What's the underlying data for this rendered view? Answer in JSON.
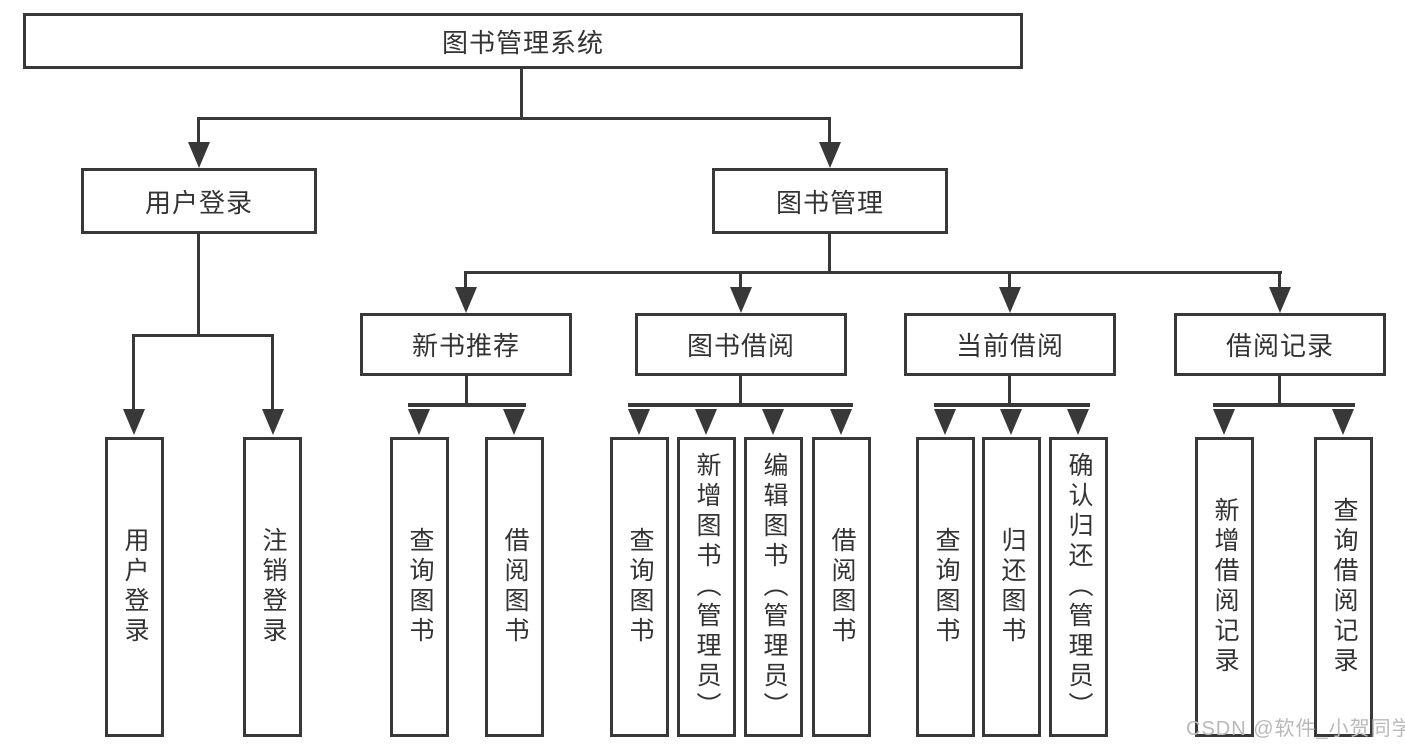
{
  "diagram_type": "hierarchy-flowchart",
  "nodes": {
    "root": {
      "label": "图书管理系统"
    },
    "level2": [
      {
        "label": "用户登录"
      },
      {
        "label": "图书管理"
      }
    ],
    "level3": [
      {
        "label": "新书推荐",
        "parent": "图书管理"
      },
      {
        "label": "图书借阅",
        "parent": "图书管理"
      },
      {
        "label": "当前借阅",
        "parent": "图书管理"
      },
      {
        "label": "借阅记录",
        "parent": "图书管理"
      }
    ],
    "leaves": [
      {
        "label": "用户登录",
        "parent": "用户登录"
      },
      {
        "label": "注销登录",
        "parent": "用户登录"
      },
      {
        "label": "查询图书",
        "parent": "新书推荐"
      },
      {
        "label": "借阅图书",
        "parent": "新书推荐"
      },
      {
        "label": "查询图书",
        "parent": "图书借阅"
      },
      {
        "label": "新增图书（管理员）",
        "parent": "图书借阅"
      },
      {
        "label": "编辑图书（管理员）",
        "parent": "图书借阅"
      },
      {
        "label": "借阅图书",
        "parent": "图书借阅"
      },
      {
        "label": "查询图书",
        "parent": "当前借阅"
      },
      {
        "label": "归还图书",
        "parent": "当前借阅"
      },
      {
        "label": "确认归还（管理员）",
        "parent": "当前借阅"
      },
      {
        "label": "新增借阅记录",
        "parent": "借阅记录"
      },
      {
        "label": "查询借阅记录",
        "parent": "借阅记录"
      }
    ]
  },
  "watermark": {
    "text": "CSDN @软件_小贺同学"
  },
  "colors": {
    "line": "#383838",
    "text": "#333333",
    "watermark": "#b9b9b9",
    "background": "#ffffff"
  }
}
